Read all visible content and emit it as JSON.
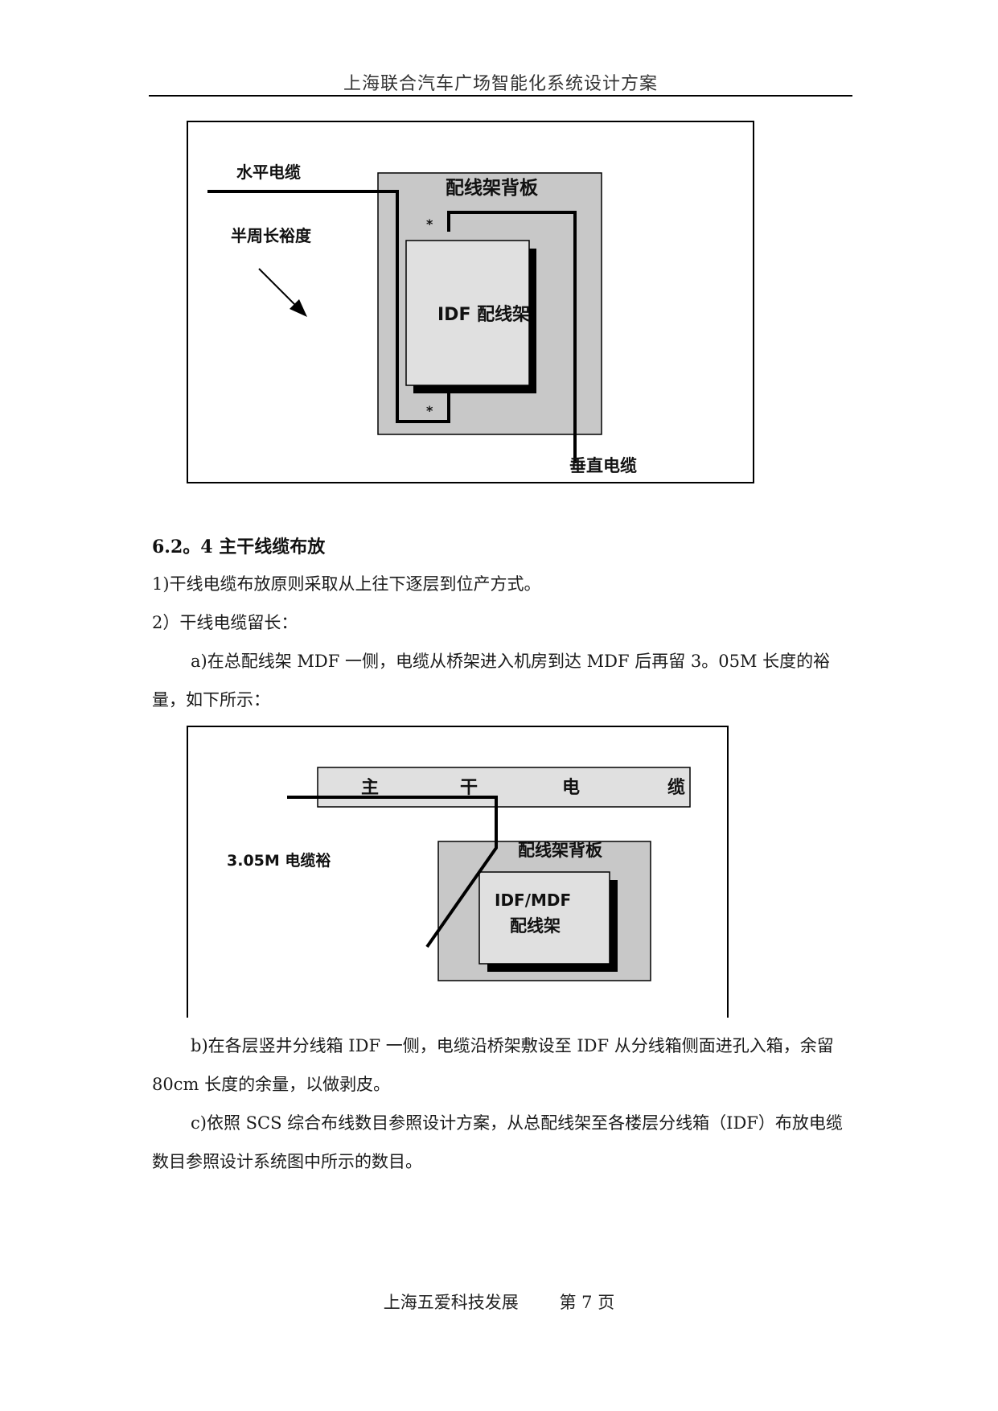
{
  "header": {
    "title": "上海联合汽车广场智能化系统设计方案"
  },
  "diagram1": {
    "horizontal_cable": "水平电缆",
    "half_perimeter_slack": "半周长裕度",
    "backboard": "配线架背板",
    "idf_rack": "IDF 配线架",
    "vertical_cable": "垂直电缆",
    "marker_top": "*",
    "marker_bottom": "*"
  },
  "section": {
    "heading": "6.2。4 主干线缆布放",
    "p1": "1)干线电缆布放原则采取从上往下逐层到位产方式。",
    "p2": "2）干线电缆留长：",
    "p3": "a)在总配线架 MDF 一侧，电缆从桥架进入机房到达 MDF 后再留 3。05M 长度的裕量，如下所示：",
    "p4": "b)在各层竖井分线箱 IDF 一侧，电缆沿桥架敷设至 IDF 从分线箱侧面进孔入箱，余留 80cm 长度的余量，以做剥皮。",
    "p5": "c)依照 SCS 综合布线数目参照设计方案，从总配线架至各楼层分线箱（IDF）布放电缆数目参照设计系统图中所示的数目。"
  },
  "diagram2": {
    "trunk_char_1": "主",
    "trunk_char_2": "干",
    "trunk_char_3": "电",
    "trunk_char_4": "缆",
    "slack_label": "3.05M  电缆裕",
    "backboard": "配线架背板",
    "rack_line1": "IDF/MDF",
    "rack_line2": "配线架"
  },
  "footer": {
    "company": "上海五爱科技发展",
    "page": "第 7 页"
  },
  "colors": {
    "panel_gray": "#c8c8c8",
    "rack_gray": "#e0e0e0",
    "line": "#000000"
  }
}
